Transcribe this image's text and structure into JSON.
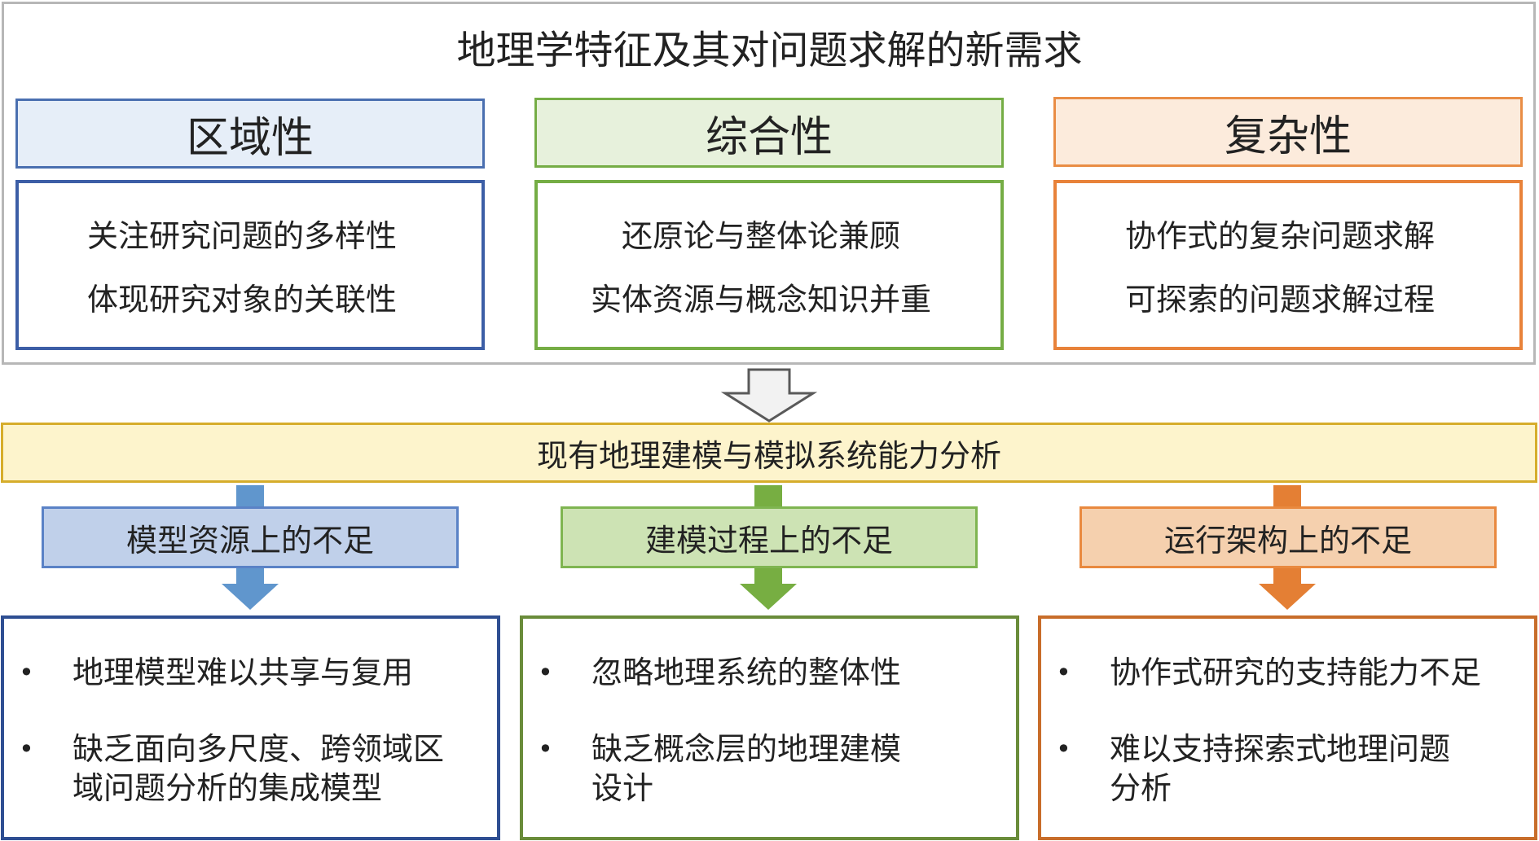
{
  "title": "地理学特征及其对问题求解的新需求",
  "characteristics": [
    {
      "name": "区域性",
      "color": "#4a6fb0",
      "items": [
        "关注研究问题的多样性",
        "体现研究对象的关联性"
      ]
    },
    {
      "name": "综合性",
      "color": "#75ad45",
      "items": [
        "还原论与整体论兼顾",
        "实体资源与概念知识并重"
      ]
    },
    {
      "name": "复杂性",
      "color": "#e98d45",
      "items": [
        "协作式的复杂问题求解",
        "可探索的问题求解过程"
      ]
    }
  ],
  "analysis": "现有地理建模与模拟系统能力分析",
  "shortcomings": [
    {
      "title": "模型资源上的不足",
      "color": "#6096cd",
      "items": [
        "地理模型难以共享与复用",
        "缺乏面向多尺度、跨领域区\n域问题分析的集成模型"
      ]
    },
    {
      "title": "建模过程上的不足",
      "color": "#77ae42",
      "items": [
        "忽略地理系统的整体性",
        "缺乏概念层的地理建模\n设计"
      ]
    },
    {
      "title": "运行架构上的不足",
      "color": "#e47f34",
      "items": [
        "协作式研究的支持能力不足",
        "难以支持探索式地理问题\n分析"
      ]
    }
  ],
  "bullet_symbol": "•"
}
